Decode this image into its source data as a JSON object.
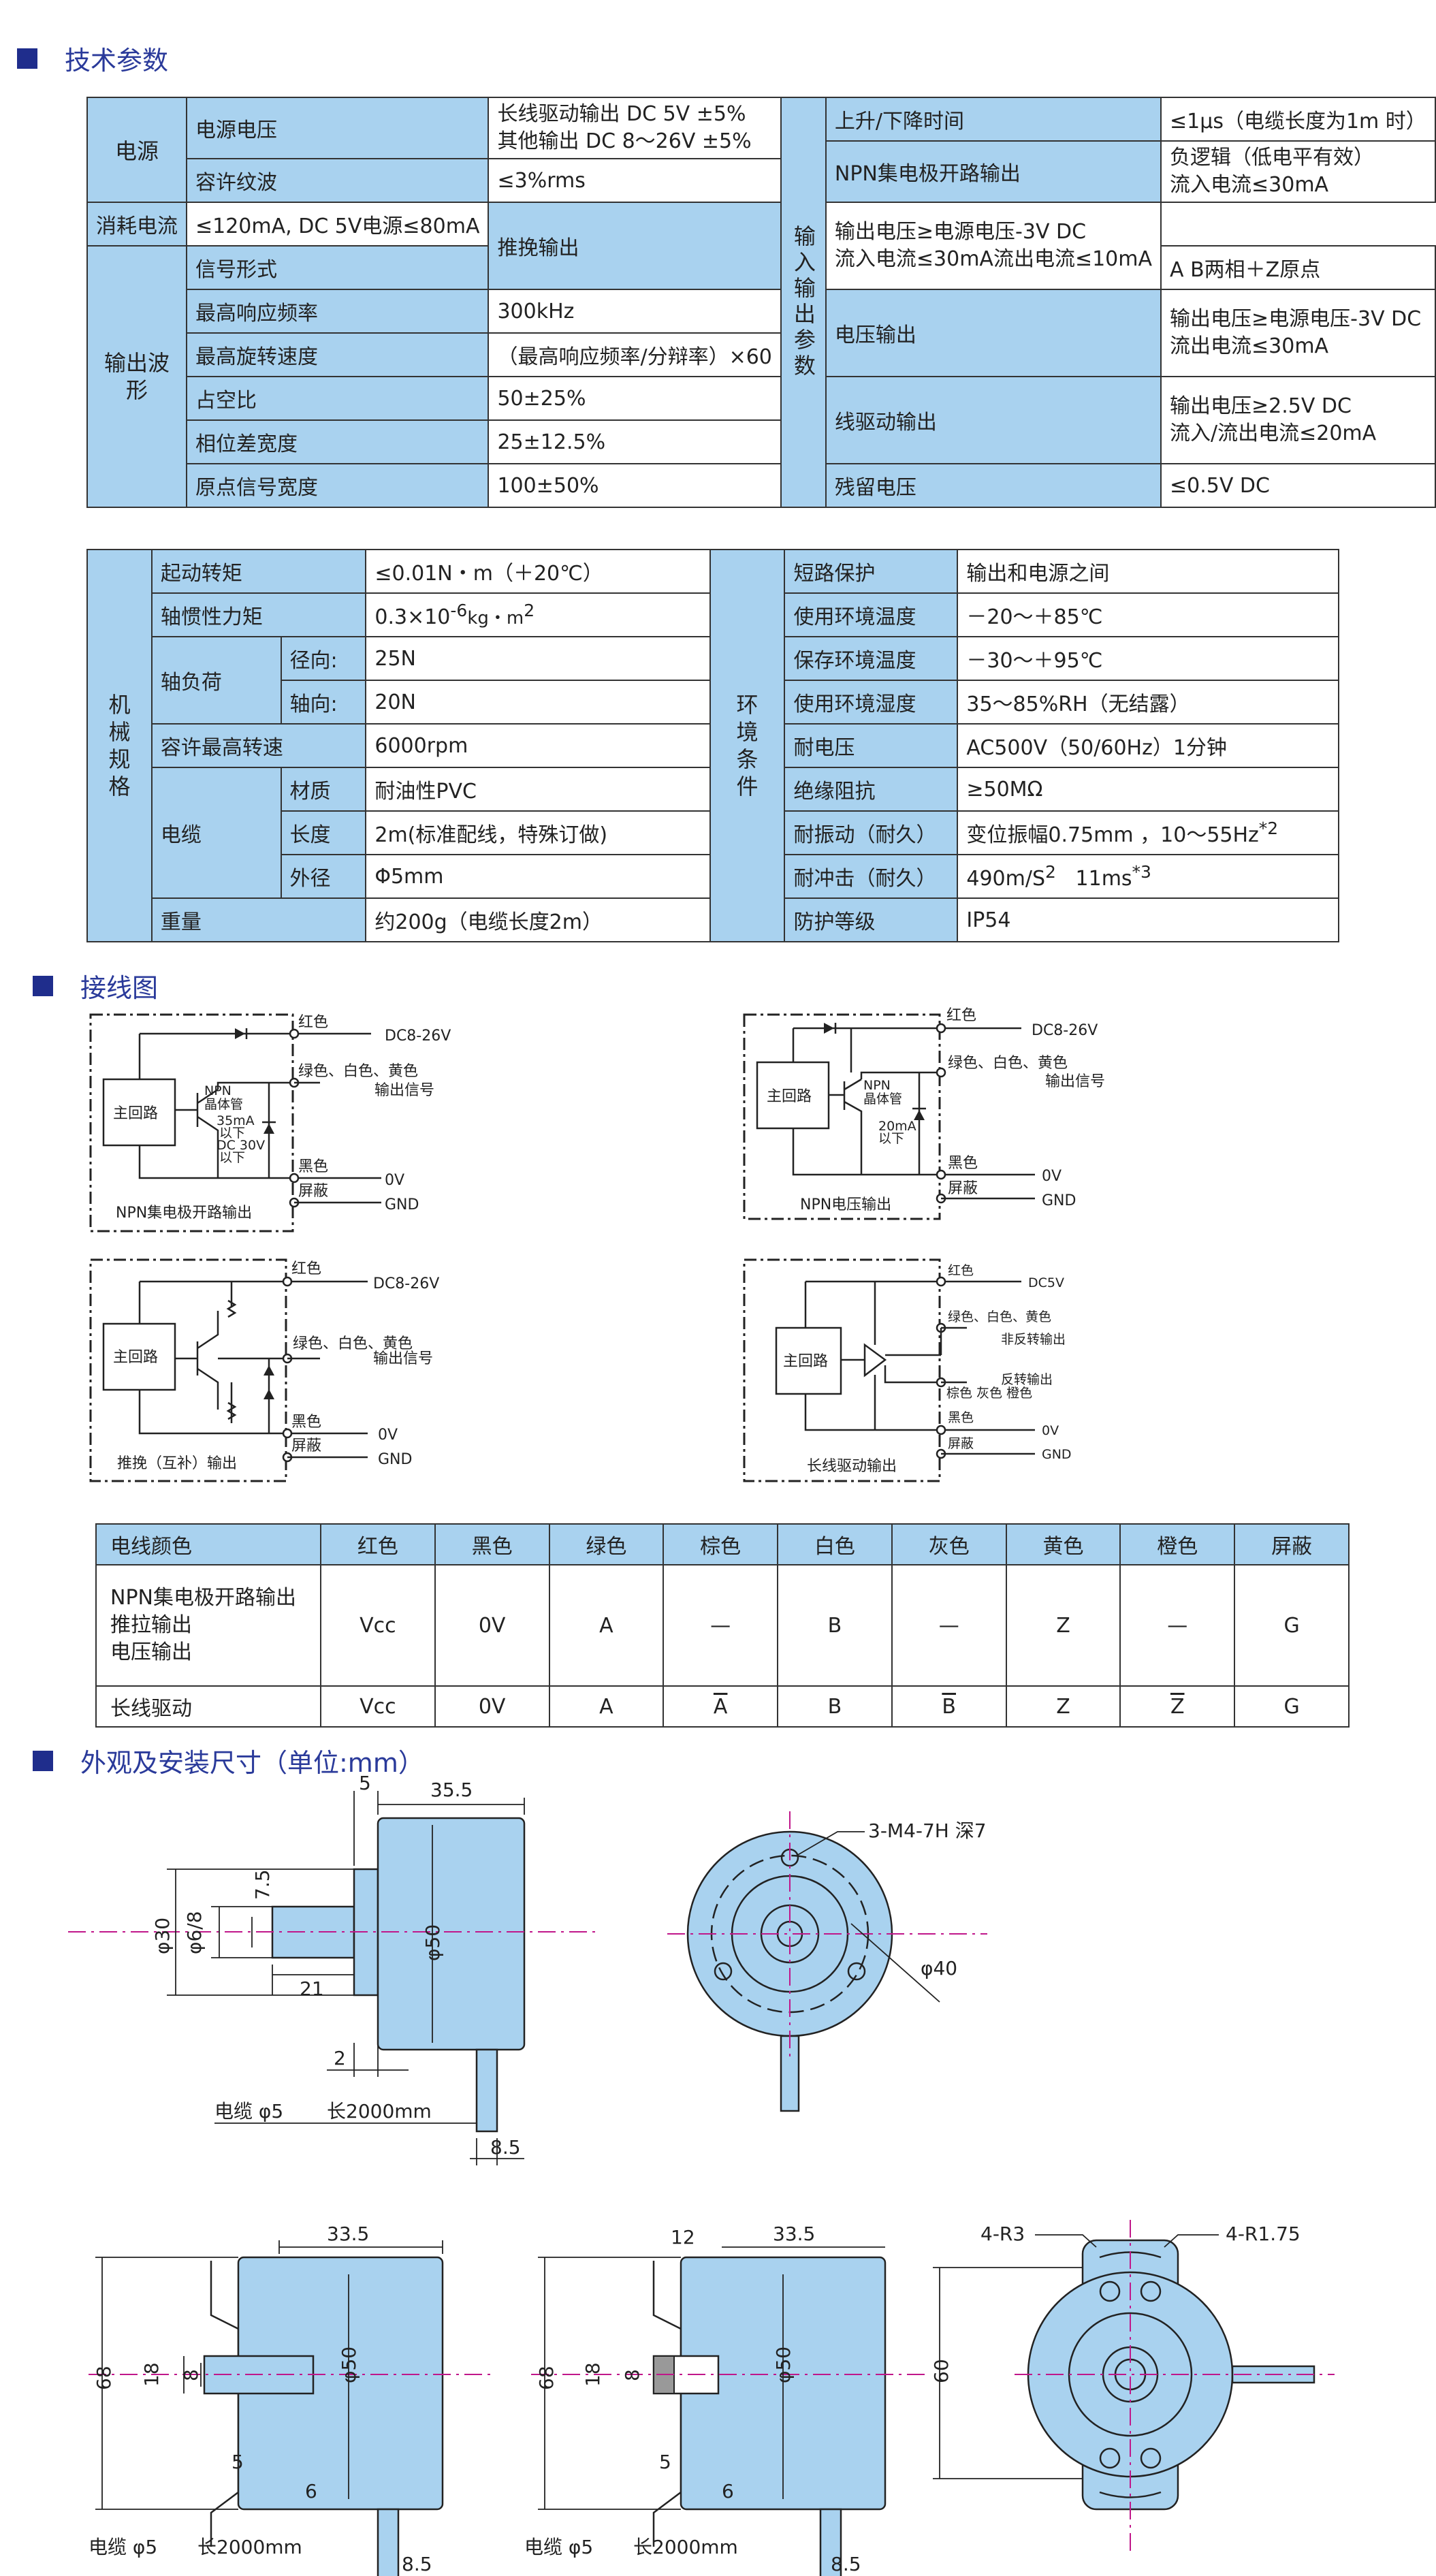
{
  "sections": {
    "tech": "技术参数",
    "wiring": "接线图",
    "dims": "外观及安装尺寸（单位:mm）"
  },
  "spec1": {
    "power_group": "电源",
    "output_group": "输出波形",
    "io_group": "输入输出参数",
    "rows_left": [
      {
        "label": "电源电压",
        "value": "长线驱动输出 DC 5V ±5%",
        "value2": "其他输出 DC 8～26V ±5%"
      },
      {
        "label": "容许纹波",
        "value": "≤3%rms"
      },
      {
        "label": "消耗电流",
        "value": "≤120mA, DC 5V电源≤80mA"
      },
      {
        "label": "信号形式",
        "value": "A B两相＋Z原点"
      },
      {
        "label": "最高响应频率",
        "value": "300kHz"
      },
      {
        "label": "最高旋转速度",
        "value": "（最高响应频率/分辩率）×60"
      },
      {
        "label": "占空比",
        "value": "50±25%"
      },
      {
        "label": "相位差宽度",
        "value": "25±12.5%"
      },
      {
        "label": "原点信号宽度",
        "value": "100±50%"
      }
    ],
    "rows_right": [
      {
        "label": "上升/下降时间",
        "value": "≤1μs（电缆长度为1m 时）"
      },
      {
        "label": "NPN集电极开路输出",
        "value": "负逻辑（低电平有效）",
        "value2": "流入电流≤30mA"
      },
      {
        "label": "推挽输出",
        "value": "输出电压≥电源电压-3V DC",
        "value2": "流入电流≤30mA流出电流≤10mA"
      },
      {
        "label": "电压输出",
        "value": "输出电压≥电源电压-3V DC",
        "value2": "流出电流≤30mA"
      },
      {
        "label": "线驱动输出",
        "value": "输出电压≥2.5V DC",
        "value2": "流入/流出电流≤20mA"
      },
      {
        "label": "残留电压",
        "value": "≤0.5V DC"
      }
    ]
  },
  "spec2": {
    "mech_group": "机械规格",
    "env_group": "环境条件",
    "torque": {
      "label": "起动转矩",
      "value": "≤0.01N・m（＋20℃）"
    },
    "inertia": {
      "label": "轴惯性力矩",
      "value_pre": "0.3×10",
      "exp": "-6",
      "value_mid": "kg・m",
      "exp2": "2"
    },
    "load": {
      "label": "轴负荷",
      "radial_label": "径向:",
      "radial_value": "25N",
      "axial_label": "轴向:",
      "axial_value": "20N"
    },
    "max_speed": {
      "label": "容许最高转速",
      "value": "6000rpm"
    },
    "cable": {
      "label": "电缆",
      "material_label": "材质",
      "material_value": "耐油性PVC",
      "length_label": "长度",
      "length_value": "2m(标准配线，特殊订做)",
      "dia_label": "外径",
      "dia_value": "Φ5mm"
    },
    "weight": {
      "label": "重量",
      "value": "约200g（电缆长度2m）"
    },
    "short": {
      "label": "短路保护",
      "value": "输出和电源之间"
    },
    "temp": {
      "label": "使用环境温度",
      "value": "－20～＋85℃"
    },
    "store": {
      "label": "保存环境温度",
      "value": "－30～＋95℃"
    },
    "humid": {
      "label": "使用环境湿度",
      "value": "35～85%RH（无结露）"
    },
    "voltage": {
      "label": "耐电压",
      "value": "AC500V（50/60Hz）1分钟"
    },
    "insul": {
      "label": "绝缘阻抗",
      "value": "≥50MΩ"
    },
    "vib": {
      "label": "耐振动（耐久）",
      "value": "变位振幅0.75mm ，10～55Hz",
      "note": "*2"
    },
    "shock": {
      "label": "耐冲击（耐久）",
      "value": "490m/S",
      "sup": "2",
      "value2": "11ms",
      "note": "*3"
    },
    "ip": {
      "label": "防护等级",
      "value": "IP54"
    }
  },
  "wiring": {
    "main": "主回路",
    "red": "红色",
    "black": "黑色",
    "shield": "屏蔽",
    "dc826": "DC8-26V",
    "dc5": "DC5V",
    "zero": "0V",
    "gnd": "GND",
    "gwy": "绿色、白色、黄色",
    "out_sig": "输出信号",
    "npn": "NPN",
    "tr": "晶体管",
    "i35": "35mA",
    "below": "以下",
    "dc30": "DC 30V",
    "i20": "20mA",
    "npn_oc": "NPN集电极开路输出",
    "npn_v": "NPN电压输出",
    "pushpull": "推挽（互补）输出",
    "linedrv": "长线驱动输出",
    "non_inv": "非反转输出",
    "inv": "反转输出",
    "bgo": "棕色 灰色 橙色"
  },
  "color_table": {
    "headers": [
      "电线颜色",
      "红色",
      "黑色",
      "绿色",
      "棕色",
      "白色",
      "灰色",
      "黄色",
      "橙色",
      "屏蔽"
    ],
    "row1_labels": [
      "NPN集电极开路输出",
      "推拉输出",
      "电压输出"
    ],
    "row1": [
      "Vcc",
      "0V",
      "A",
      "—",
      "B",
      "—",
      "Z",
      "—",
      "G"
    ],
    "row2_label": "长线驱动",
    "row2": [
      "Vcc",
      "0V",
      "A",
      "A",
      "B",
      "B",
      "Z",
      "Z",
      "G"
    ]
  },
  "dims": {
    "d5": "5",
    "d355": "35.5",
    "d30": "φ30",
    "d68": "φ6/8",
    "d75": "7.5",
    "d50": "φ50",
    "d21": "21",
    "d2": "2",
    "d85": "8.5",
    "cable": "电缆 φ5",
    "cable_len": "长2000mm",
    "m4": "3-M4-7H 深7",
    "d40": "φ40",
    "d335": "33.5",
    "d68b": "68",
    "d18": "18",
    "d8": "8",
    "d6": "6",
    "d12": "12",
    "r3": "4-R3",
    "r175": "4-R1.75",
    "d60": "60"
  }
}
